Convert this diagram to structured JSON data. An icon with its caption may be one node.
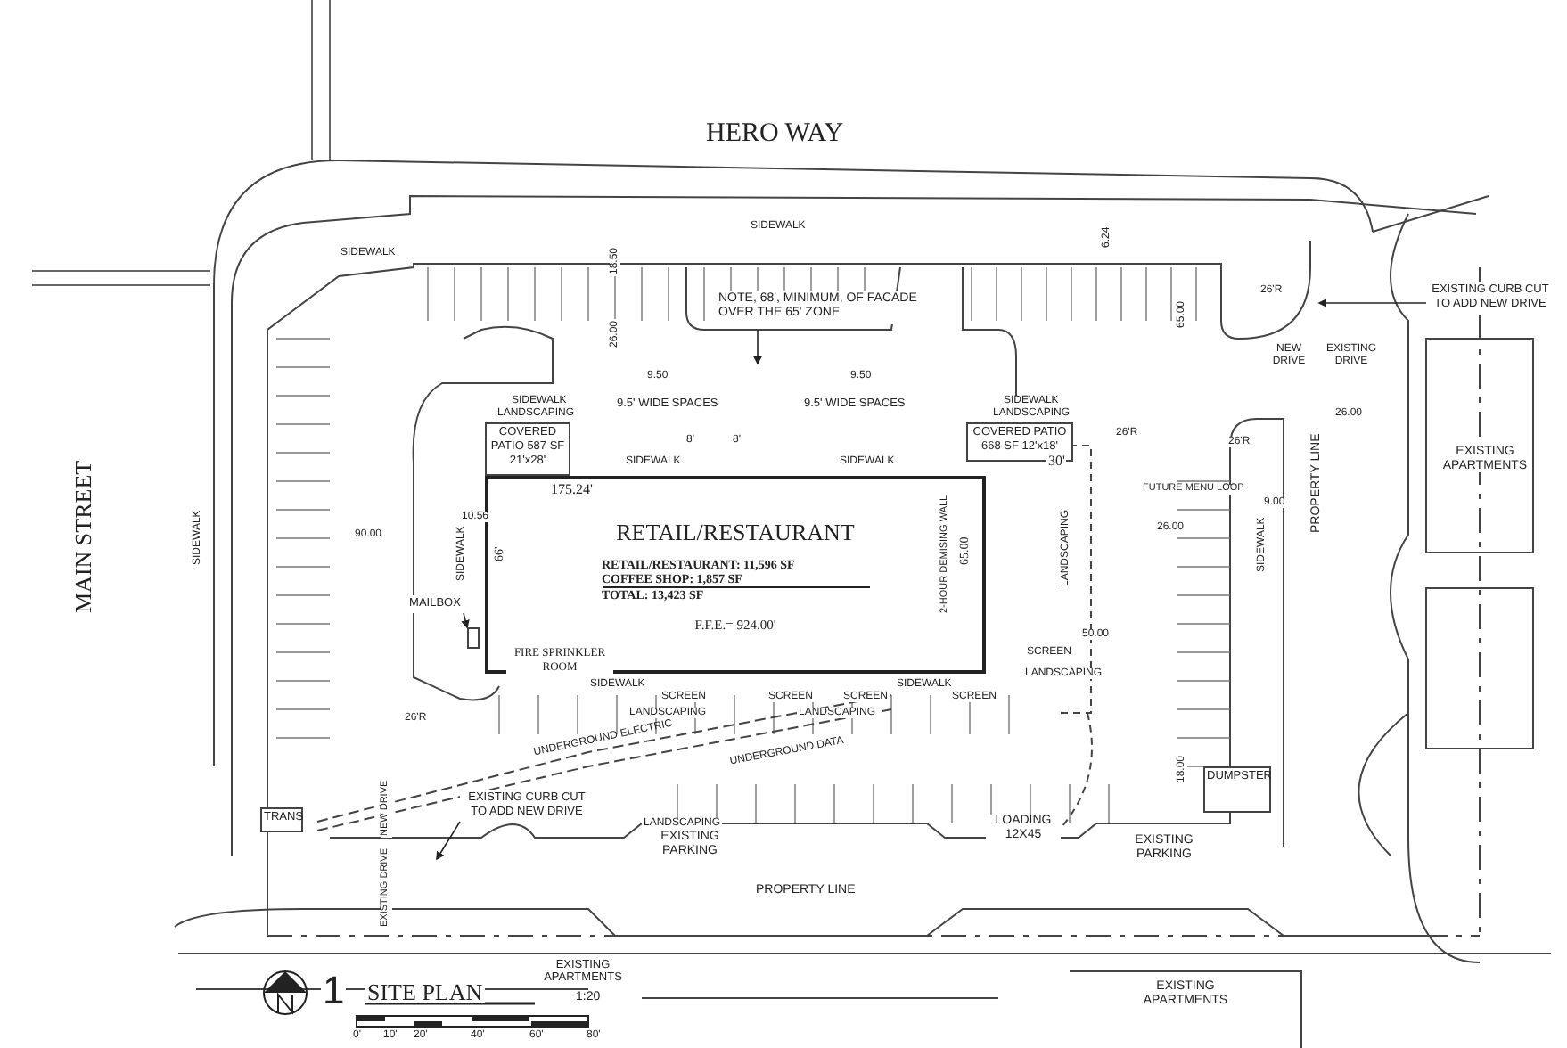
{
  "diagram": {
    "nodes": [
      {
        "text": [
          "RETAIL/RESTAURANT",
          "RETAIL/RESTAURANT: 11,596 SF",
          "COFFEE SHOP: 1,857 SF",
          "TOTAL: 13,423 SF",
          "F.F.E.= 924.00'"
        ]
      },
      {
        "text": [
          "COVERED PATIO 587 SF 21'x28'"
        ]
      },
      {
        "text": [
          "COVERED PATIO 668 SF 12'x18'"
        ]
      },
      {
        "text": [
          "FIRE SPRINKLER ROOM"
        ],
        "in": 0
      },
      {
        "text": [
          "DUMPSTER"
        ]
      },
      {
        "text": [
          "TRANS"
        ]
      },
      {
        "text": [
          "NOTE, 68', MINIMUM, OF FACADE OVER THE 65' ZONE"
        ]
      },
      {
        "text": [
          "EXISTING CURB CUT TO ADD NEW DRIVE"
        ]
      },
      {
        "text": [
          "EXISTING CURB CUT TO ADD NEW DRIVE"
        ]
      },
      {
        "text": [
          "MAILBOX"
        ]
      },
      {
        "text": [],
        "shape": "box"
      }
    ],
    "edges": [
      {
        "from": 6,
        "to": null,
        "arrow": "to"
      },
      {
        "from": 7,
        "to": null,
        "arrow": "to"
      },
      {
        "from": 8,
        "to": null,
        "arrow": "to"
      },
      {
        "from": 9,
        "to": 10,
        "arrow": "to"
      }
    ],
    "labels": [
      "HERO WAY",
      "SIDEWALK",
      "SIDEWALK",
      "18.50",
      "26.00",
      "9.50",
      "9.50",
      "9.5' WIDE SPACES",
      "9.5' WIDE SPACES",
      "8'",
      "8'",
      "6.24",
      "65.00",
      "26'R",
      "NEW DRIVE",
      "EXISTING DRIVE",
      "26.00",
      "EXISTING APARTMENTS",
      "26'R",
      "26'R",
      "SIDEWALK",
      "LANDSCAPING",
      "SIDEWALK",
      "SIDEWALK",
      "SIDEWALK",
      "LANDSCAPING",
      "175.24'",
      "30'",
      "MAIN STREET",
      "SIDEWALK",
      "90.00",
      "10.56",
      "66'",
      "SIDEWALK",
      "2-HOUR DEMISING WALL",
      "65.00",
      "LANDSCAPING",
      "FUTURE MENU LOOP",
      "26.00",
      "9.00",
      "SIDEWALK",
      "PROPERTY LINE",
      "SIDEWALK",
      "SCREEN",
      "SCREEN",
      "SCREEN",
      "SIDEWALK",
      "SCREEN",
      "50.00",
      "SCREEN",
      "LANDSCAPING",
      "LANDSCAPING",
      "LANDSCAPING",
      "26'R",
      "UNDERGROUND ELECTRIC",
      "UNDERGROUND DATA",
      "LANDSCAPING",
      "EXISTING PARKING",
      "LOADING 12X45",
      "EXISTING PARKING",
      "PROPERTY LINE",
      "18.00",
      "NEW DRIVE",
      "EXISTING DRIVE",
      "1",
      "SITE PLAN",
      "EXISTING APARTMENTS",
      "1:20",
      "EXISTING APARTMENTS",
      "0'",
      "10'",
      "20'",
      "40'",
      "60'",
      "80'"
    ]
  }
}
